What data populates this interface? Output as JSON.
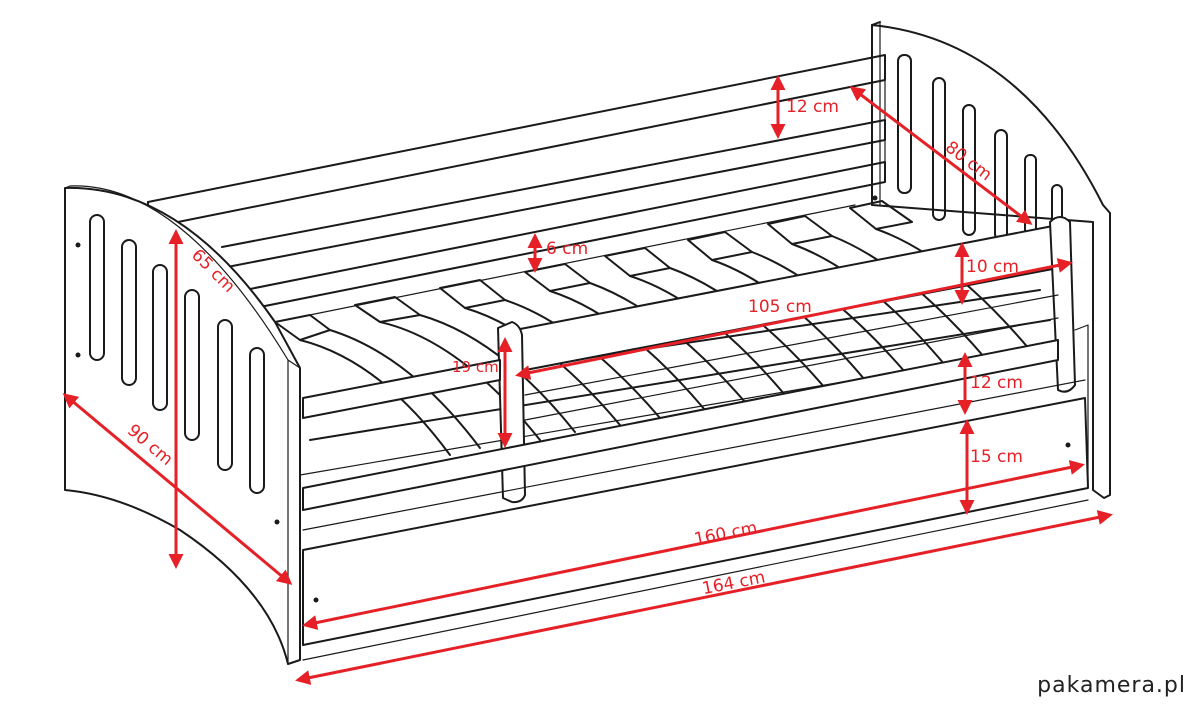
{
  "dimensions": {
    "head_rail_height": "12 cm",
    "inner_width": "80 cm",
    "slat_gap": "6 cm",
    "guard_height": "10 cm",
    "guard_length": "105 cm",
    "guard_drop": "19 cm",
    "front_rail_height": "12 cm",
    "drawer_height": "15 cm",
    "mattress_length": "160 cm",
    "total_length": "164 cm",
    "depth": "90 cm",
    "total_height": "65 cm"
  },
  "brand": {
    "watermark": "pakamera.pl"
  },
  "colors": {
    "dimension": "#e52127",
    "outline": "#1a1a1a"
  }
}
